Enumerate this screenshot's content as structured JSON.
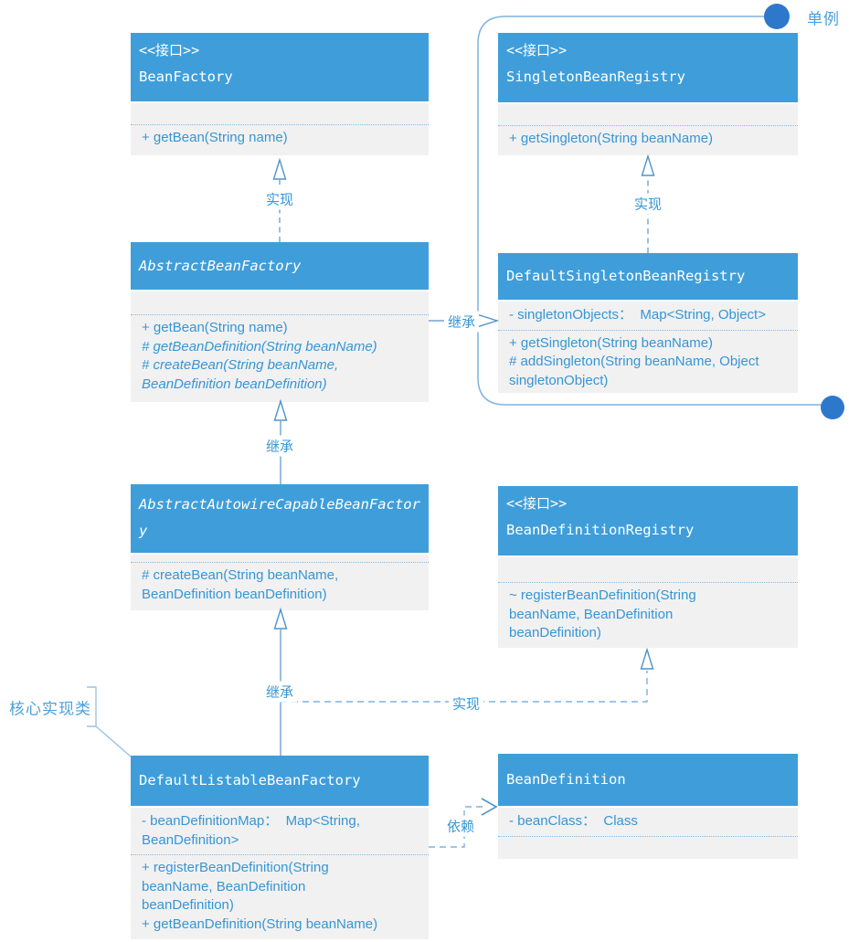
{
  "classes": {
    "bean_factory": {
      "stereotype": "<<接口>>",
      "name": "BeanFactory",
      "methods": [
        "+ getBean(String name)"
      ]
    },
    "singleton_bean_registry": {
      "stereotype": "<<接口>>",
      "name": "SingletonBeanRegistry",
      "methods": [
        "+ getSingleton(String beanName)"
      ]
    },
    "abstract_bean_factory": {
      "name": "AbstractBeanFactory",
      "methods": [
        "+ getBean(String name)",
        "# getBeanDefinition(String beanName)",
        "# createBean(String beanName,\nBeanDefinition beanDefinition)"
      ]
    },
    "default_singleton_bean_registry": {
      "name": "DefaultSingletonBeanRegistry",
      "attributes": [
        "- singletonObjects：  Map<String, Object>"
      ],
      "methods": [
        "+ getSingleton(String beanName)",
        "# addSingleton(String beanName, Object\nsingletonObject)"
      ]
    },
    "abstract_autowire_capable_bean_factory": {
      "name": "AbstractAutowireCapableBeanFactory",
      "methods": [
        "# createBean(String beanName,\nBeanDefinition beanDefinition)"
      ]
    },
    "bean_definition_registry": {
      "stereotype": "<<接口>>",
      "name": "BeanDefinitionRegistry",
      "methods": [
        "~ registerBeanDefinition(String\nbeanName, BeanDefinition\nbeanDefinition)"
      ]
    },
    "default_listable_bean_factory": {
      "name": "DefaultListableBeanFactory",
      "attributes": [
        "- beanDefinitionMap：  Map<String,\nBeanDefinition>"
      ],
      "methods": [
        "+ registerBeanDefinition(String\nbeanName, BeanDefinition\nbeanDefinition)",
        "+ getBeanDefinition(String beanName)"
      ]
    },
    "bean_definition": {
      "name": "BeanDefinition",
      "attributes": [
        "- beanClass：  Class"
      ]
    }
  },
  "edges": {
    "implements_top_left": "实现",
    "implements_top_right": "实现",
    "extends_mid_left": "继承",
    "extends_to_singleton_registry": "继承",
    "extends_bottom": "继承",
    "implements_bean_definition_registry": "实现",
    "depends_on_bean_definition": "依赖"
  },
  "annotations": {
    "singleton_note": "单例",
    "core_class_note": "核心实现类"
  },
  "colors": {
    "header_blue": "#3F9EDA",
    "body_text_blue": "#3596D4",
    "marker_circle_blue": "#2E78CB",
    "line_blue": "#6FA3D6"
  }
}
